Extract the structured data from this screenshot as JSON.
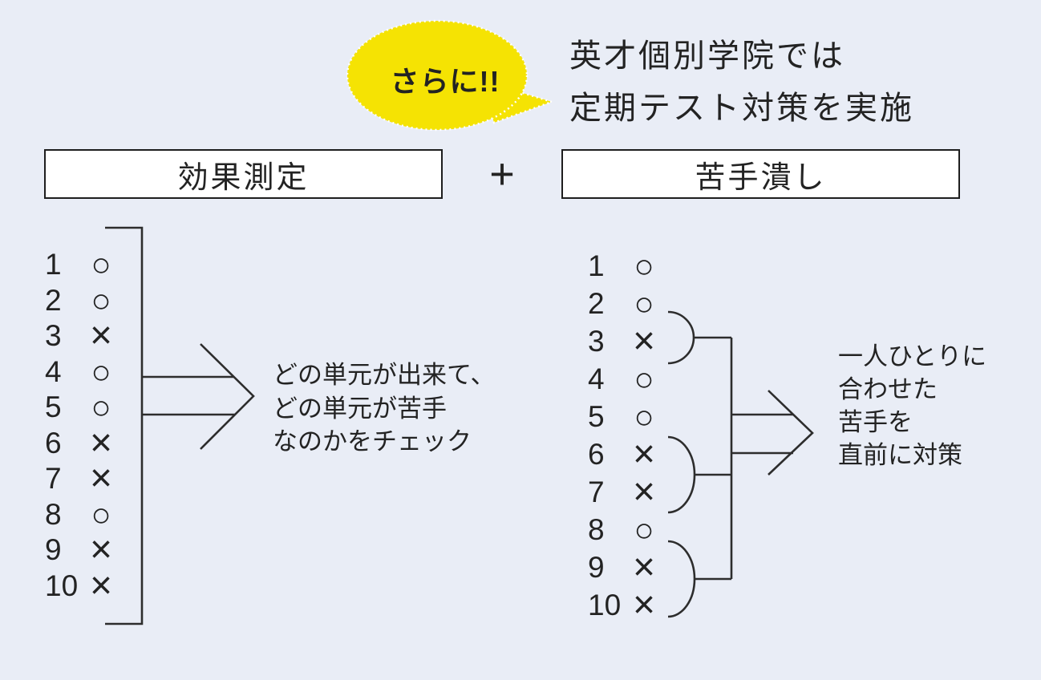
{
  "bubble": {
    "label": "さらに!!"
  },
  "headline": {
    "line1": "英才個別学院では",
    "line2": "定期テスト対策を実施"
  },
  "operator": "+",
  "left_panel": {
    "title": "効果測定",
    "items": [
      {
        "no": "1",
        "mark": "○"
      },
      {
        "no": "2",
        "mark": "○"
      },
      {
        "no": "3",
        "mark": "×"
      },
      {
        "no": "4",
        "mark": "○"
      },
      {
        "no": "5",
        "mark": "○"
      },
      {
        "no": "6",
        "mark": "×"
      },
      {
        "no": "7",
        "mark": "×"
      },
      {
        "no": "8",
        "mark": "○"
      },
      {
        "no": "9",
        "mark": "×"
      },
      {
        "no": "10",
        "mark": "×"
      }
    ],
    "description": [
      "どの単元が出来て、",
      "どの単元が苦手",
      "なのかをチェック"
    ]
  },
  "right_panel": {
    "title": "苦手潰し",
    "items": [
      {
        "no": "1",
        "mark": "○"
      },
      {
        "no": "2",
        "mark": "○"
      },
      {
        "no": "3",
        "mark": "×"
      },
      {
        "no": "4",
        "mark": "○"
      },
      {
        "no": "5",
        "mark": "○"
      },
      {
        "no": "6",
        "mark": "×"
      },
      {
        "no": "7",
        "mark": "×"
      },
      {
        "no": "8",
        "mark": "○"
      },
      {
        "no": "9",
        "mark": "×"
      },
      {
        "no": "10",
        "mark": "×"
      }
    ],
    "description": [
      "一人ひとりに",
      "合わせた",
      "苦手を",
      "直前に対策"
    ]
  },
  "colors": {
    "background": "#e9edf6",
    "bubble": "#f5e303",
    "line": "#2d2d2d",
    "text": "#232323",
    "box-bg": "#ffffff"
  }
}
